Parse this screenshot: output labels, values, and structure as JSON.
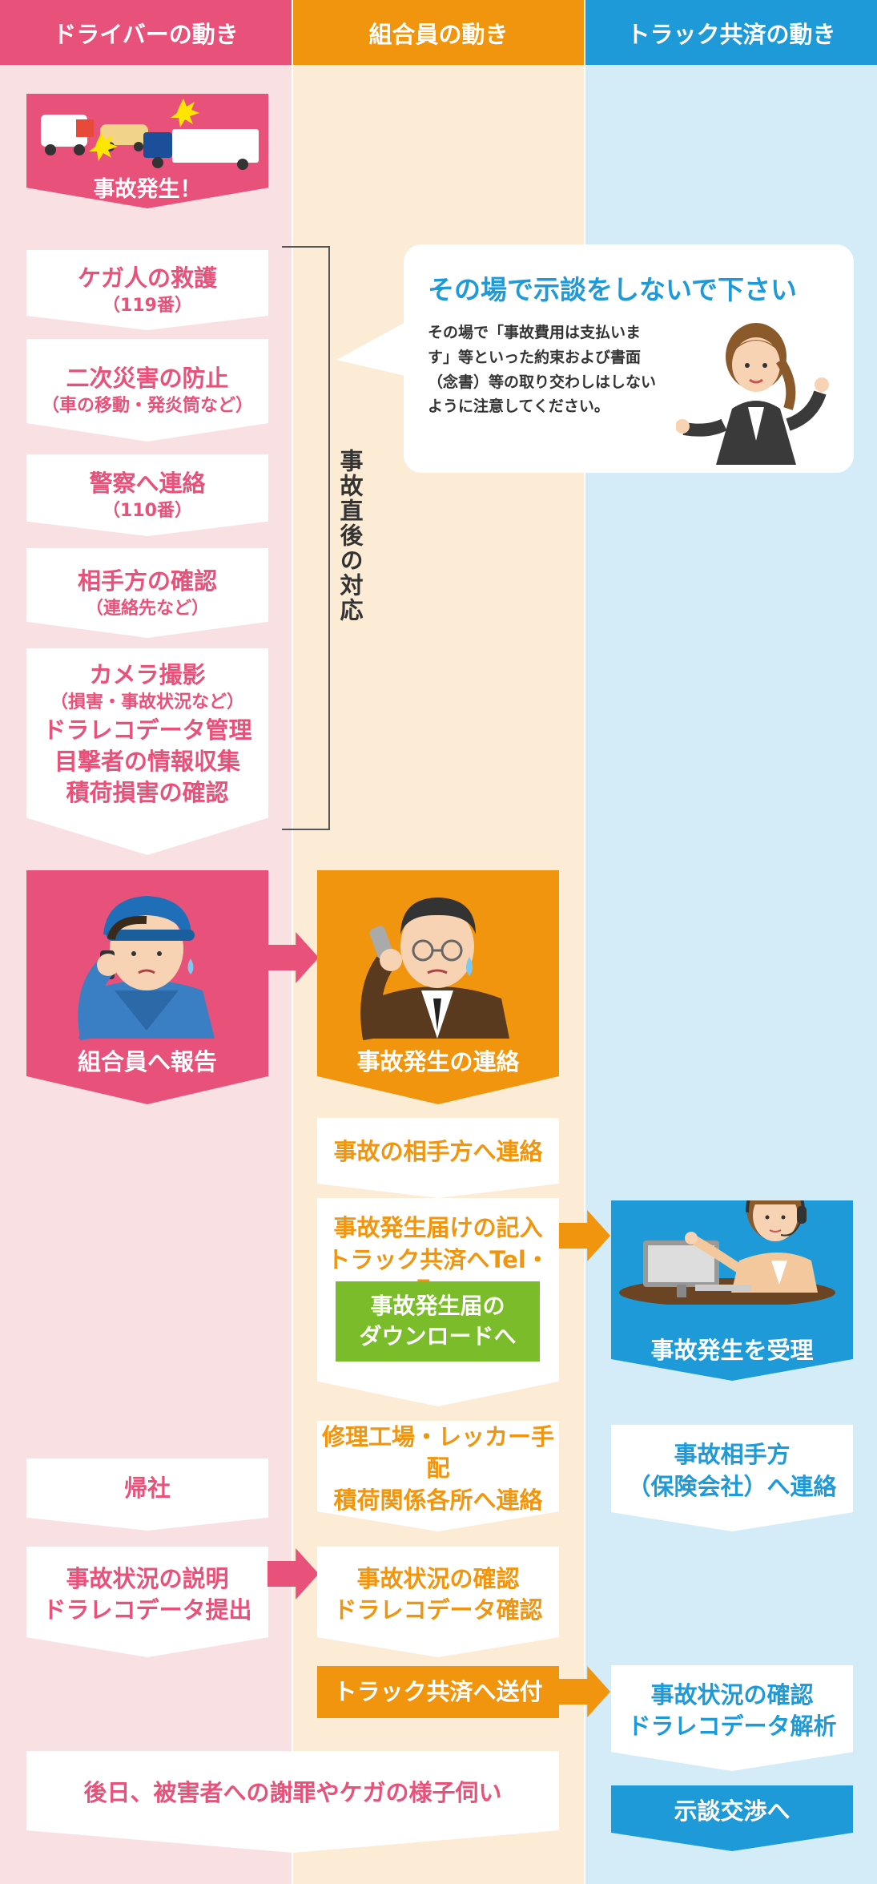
{
  "colors": {
    "pink": "#e8517a",
    "pink_bg": "#f9e0e3",
    "orange": "#f0950d",
    "orange_bg": "#fcebd5",
    "blue": "#1f9ad8",
    "blue_bg": "#d4ecf8",
    "green": "#7bbc2a"
  },
  "columns": {
    "driver": "ドライバーの動き",
    "member": "組合員の動き",
    "kyosai": "トラック共済の動き"
  },
  "accident": {
    "label": "事故発生！"
  },
  "steps": [
    {
      "main": "ケガ人の救護",
      "sub": "（119番）"
    },
    {
      "main": "二次災害の防止",
      "sub": "（車の移動・発炎筒など）"
    },
    {
      "main": "警察へ連絡",
      "sub": "（110番）"
    },
    {
      "main": "相手方の確認",
      "sub": "（連絡先など）"
    }
  ],
  "camera": {
    "l1": "カメラ撮影",
    "l2": "（損害・事故状況など）",
    "l3": "ドラレコデータ管理",
    "l4": "目撃者の情報収集",
    "l5": "積荷損害の確認"
  },
  "bracket_label": "事故直後の対応",
  "notice": {
    "title": "その場で示談をしないで下さい",
    "body": "その場で「事故費用は支払います」等といった約束および書面（念書）等の取り交わしはしないように注意してください。"
  },
  "report": {
    "driver": "組合員へ報告",
    "member": "事故発生の連絡"
  },
  "member_steps": {
    "contact": "事故の相手方へ連絡",
    "form_l1": "事故発生届けの記入",
    "form_l2": "トラック共済へTel・Fax",
    "download_l1": "事故発生届の",
    "download_l2": "ダウンロードへ",
    "repair_l1": "修理工場・レッカー手配",
    "repair_l2": "積荷関係各所へ連絡",
    "confirm_l1": "事故状況の確認",
    "confirm_l2": "ドラレコデータ確認",
    "send": "トラック共済へ送付"
  },
  "kyosai_steps": {
    "receive": "事故発生を受理",
    "other_l1": "事故相手方",
    "other_l2": "（保険会社）へ連絡",
    "analysis_l1": "事故状況の確認",
    "analysis_l2": "ドラレコデータ解析",
    "settle": "示談交渉へ"
  },
  "driver_steps": {
    "return": "帰社",
    "explain_l1": "事故状況の説明",
    "explain_l2": "ドラレコデータ提出"
  },
  "apology": "後日、被害者への謝罪やケガの様子伺い"
}
